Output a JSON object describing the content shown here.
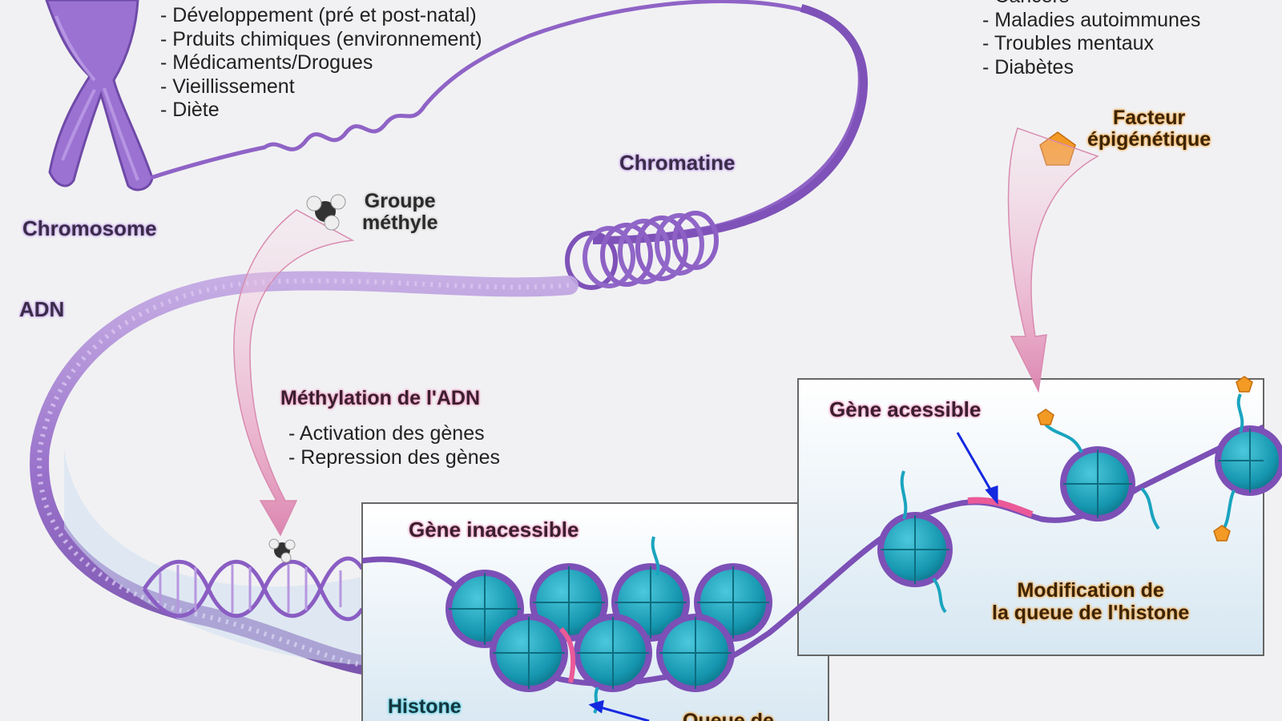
{
  "factors": {
    "items": [
      "Développement (pré et post-natal)",
      "Prduits chimiques (environnement)",
      "Médicaments/Drogues",
      "Vieillissement",
      "Diète"
    ]
  },
  "diseases": {
    "partial_top": "Cancers",
    "items": [
      "Maladies autoimmunes",
      "Troubles mentaux",
      "Diabètes"
    ]
  },
  "labels": {
    "chromosome": "Chromosome",
    "chromatine": "Chromatine",
    "adn": "ADN",
    "groupe_methyle": "Groupe\nméthyle",
    "facteur_epigenetique": "Facteur\népigénétique",
    "gene_inaccessible": "Gène inacessible",
    "gene_accessible": "Gène acessible",
    "modification_histone": "Modification de\nla queue de l'histone",
    "histone": "Histone",
    "queue_partial": "Queue de"
  },
  "methylation": {
    "title": "Méthylation de l'ADN",
    "items": [
      "Activation des gènes",
      "Repression des gènes"
    ]
  },
  "colors": {
    "background": "#f1f1f3",
    "chromatin_purple": "#8f63c6",
    "histone_teal": "#1aa4bf",
    "epigenetic_orange": "#f39a25",
    "pink_highlight": "#e8508f",
    "arrow_blue": "#1428e0"
  }
}
